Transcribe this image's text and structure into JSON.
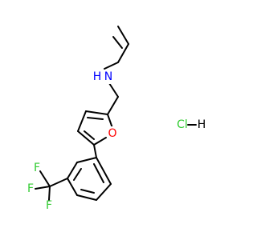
{
  "structure": {
    "atoms": {
      "amine_h": "H",
      "amine_n": "N",
      "furan_o": "O",
      "fluorine_top": "F",
      "fluorine_left": "F",
      "fluorine_bottom": "F",
      "hcl_cl": "Cl",
      "hcl_h": "H"
    },
    "colors": {
      "bond": "#000000",
      "nitrogen": "#0000ff",
      "oxygen": "#ff0000",
      "fluorine": "#33cc33",
      "chlorine": "#33cc33",
      "hydrogen": "#000000"
    }
  }
}
